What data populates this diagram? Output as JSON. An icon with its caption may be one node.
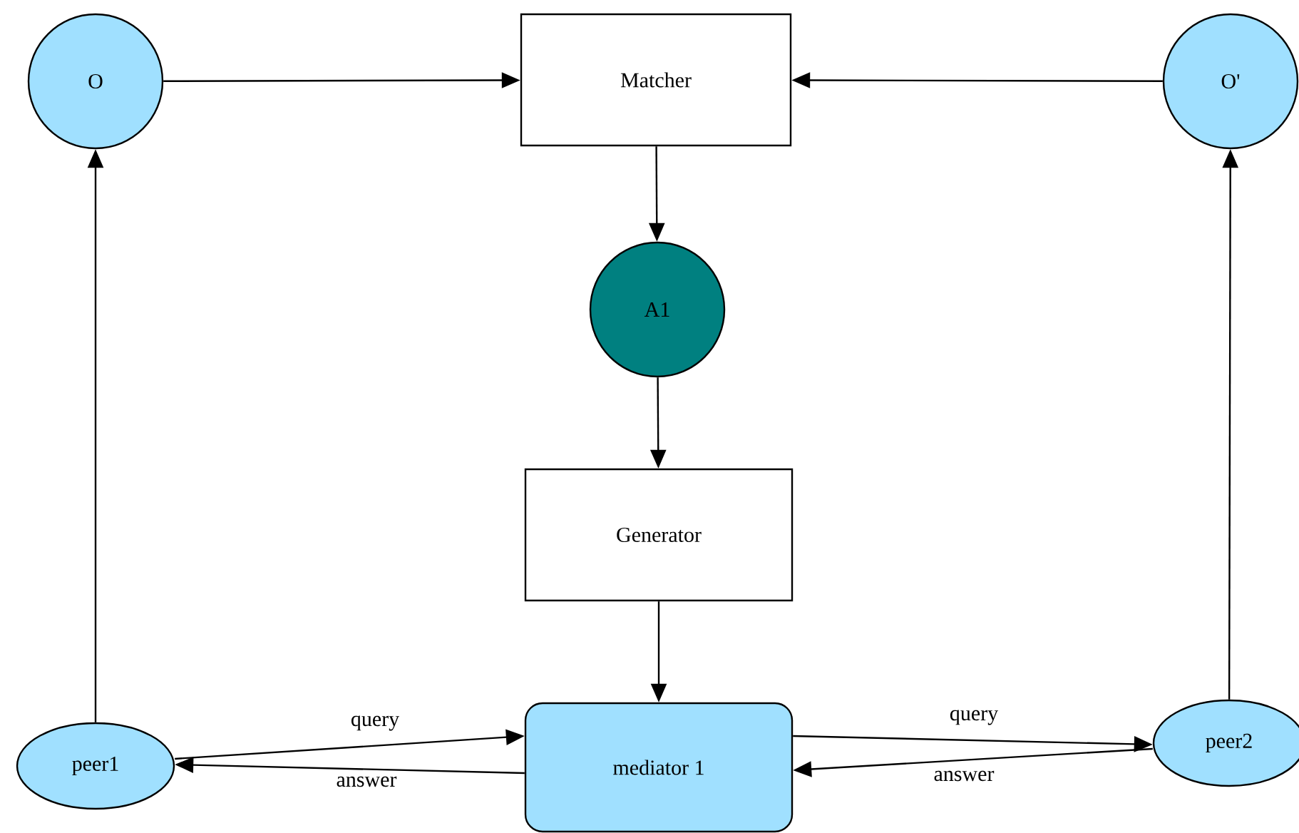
{
  "diagram": {
    "nodes": [
      {
        "text": [
          "O"
        ]
      },
      {
        "text": [
          "Matcher"
        ]
      },
      {
        "text": [
          "O'"
        ]
      },
      {
        "text": [
          "A1"
        ]
      },
      {
        "text": [
          "Generator"
        ]
      },
      {
        "text": [
          "peer1"
        ]
      },
      {
        "text": [
          "mediator 1"
        ]
      },
      {
        "text": [
          "peer2"
        ]
      }
    ],
    "edges": [
      {
        "from": 0,
        "to": 1,
        "arrow": "to"
      },
      {
        "from": 2,
        "to": 1,
        "arrow": "to"
      },
      {
        "from": 1,
        "to": 3,
        "arrow": "to"
      },
      {
        "from": 3,
        "to": 4,
        "arrow": "to"
      },
      {
        "from": 4,
        "to": 6,
        "arrow": "to"
      },
      {
        "from": 5,
        "to": 0,
        "arrow": "to"
      },
      {
        "from": 7,
        "to": 2,
        "arrow": "to"
      },
      {
        "from": 5,
        "to": 6,
        "label": "query",
        "arrow": "to"
      },
      {
        "from": 6,
        "to": 5,
        "label": "answer",
        "arrow": "to"
      },
      {
        "from": 6,
        "to": 7,
        "label": "query",
        "arrow": "to"
      },
      {
        "from": 7,
        "to": 6,
        "label": "answer",
        "arrow": "to"
      }
    ]
  }
}
